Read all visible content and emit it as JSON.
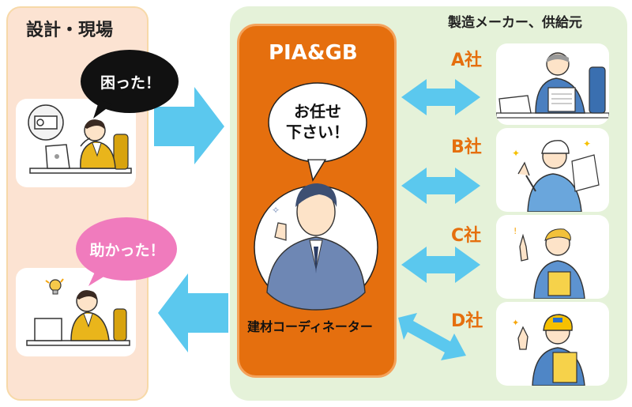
{
  "left": {
    "title": "設計・現場"
  },
  "right": {
    "title": "製造メーカー、供給元"
  },
  "center": {
    "title": "PIA&GB",
    "speech": [
      "お任せ",
      "下さい！"
    ],
    "footer": "建材コーディネーター"
  },
  "bubbles": {
    "trouble": "困った！",
    "relief": "助かった！"
  },
  "companies": [
    {
      "label": "A社"
    },
    {
      "label": "B社"
    },
    {
      "label": "C社"
    },
    {
      "label": "D社"
    }
  ],
  "colors": {
    "orange": "#e56f0e",
    "arrow": "#5bc8ee",
    "pink": "#f07bbd",
    "left_bg": "#fce3d2",
    "right_bg": "#e5f2d9",
    "suit": "#e9b51b"
  }
}
